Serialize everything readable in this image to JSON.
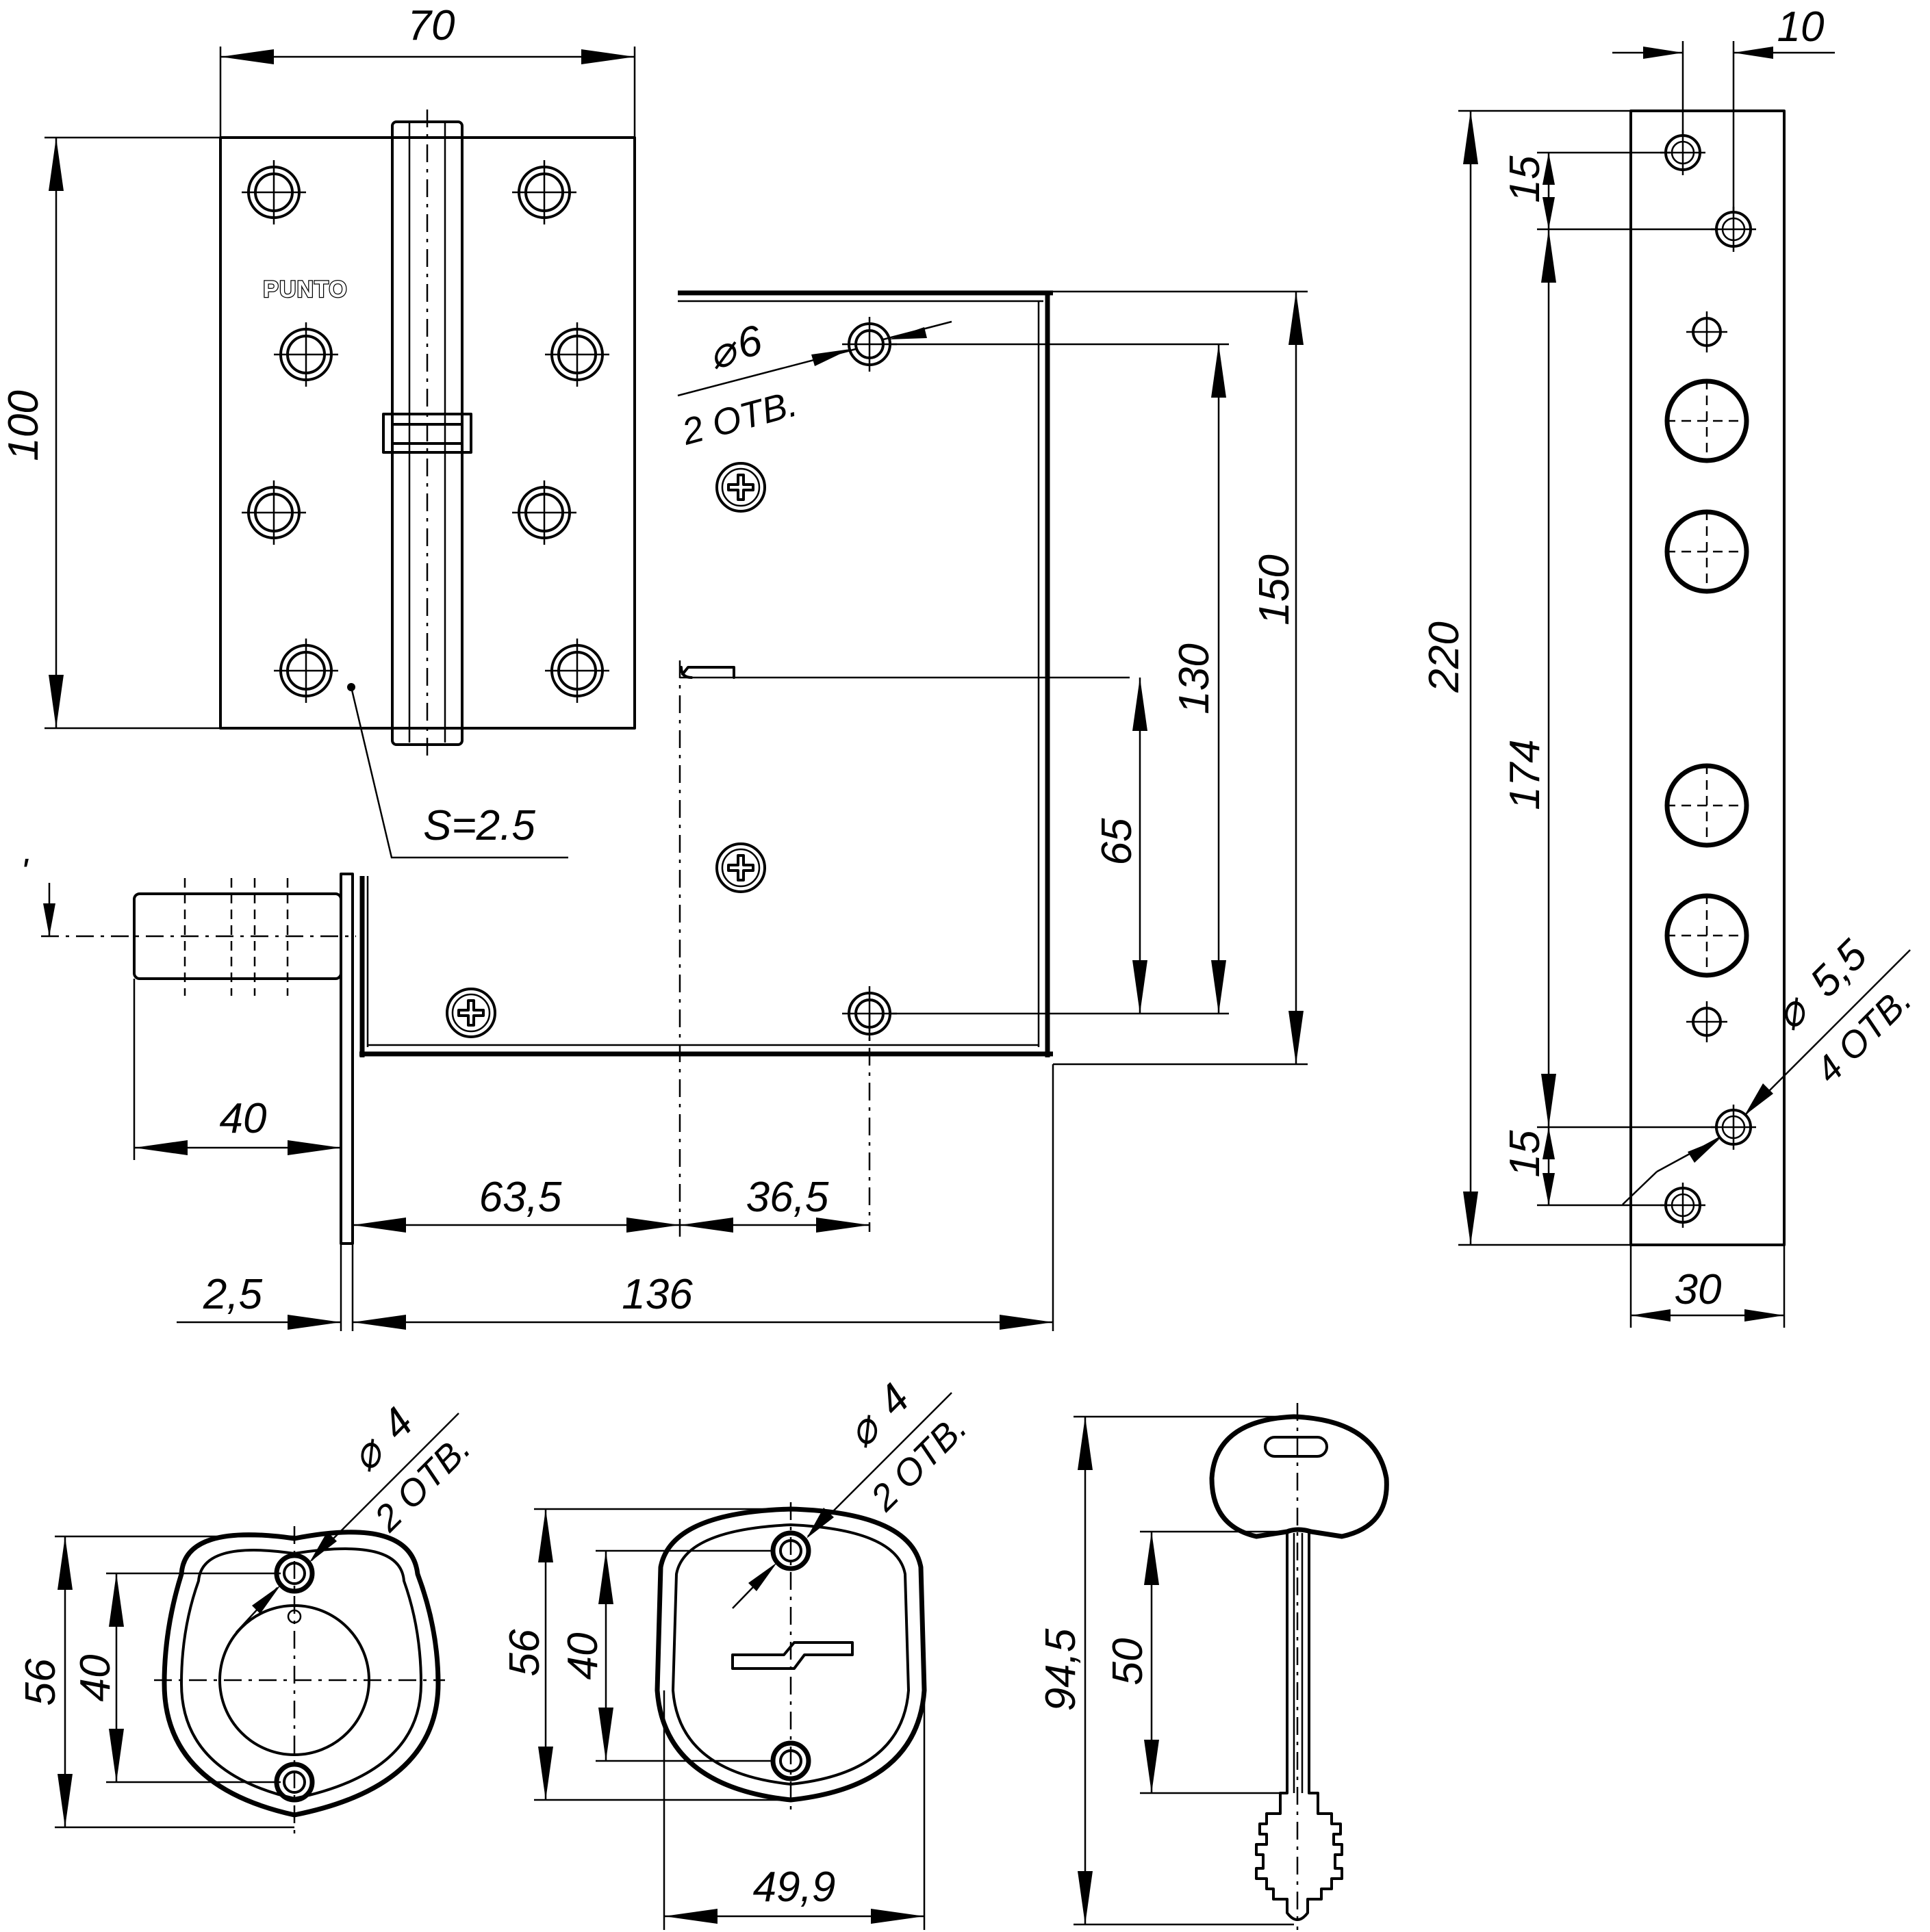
{
  "brand": "PUNTO",
  "hinge": {
    "width": "70",
    "height": "100",
    "thickness": "S=2.5"
  },
  "lock_body": {
    "hole_diameter": "6",
    "hole_count": "2 ОТВ.",
    "depth_150": "150",
    "hole_spacing_130": "130",
    "key_axis_65": "65",
    "backset_63_5": "63,5",
    "offset_36_5": "36,5",
    "length_136": "136",
    "faceplate_2_5": "2,5",
    "bolt_throw_40": "40"
  },
  "strike_plate": {
    "width_10": "10",
    "length_220": "220",
    "spacing_174": "174",
    "top_15": "15",
    "bottom_15": "15",
    "width_30": "30",
    "hole_diameter": "5,5",
    "hole_count": "4 ОТВ."
  },
  "cylinder_escutcheon": {
    "height_56": "56",
    "height_40": "40",
    "hole_diameter": "4",
    "hole_count": "2 ОТВ."
  },
  "key_escutcheon": {
    "height_56": "56",
    "height_40": "40",
    "width": "49,9",
    "hole_diameter": "4",
    "hole_count": "2 ОТВ."
  },
  "key": {
    "length": "94,5",
    "blade": "50"
  },
  "diameter_symbol": "⌀"
}
